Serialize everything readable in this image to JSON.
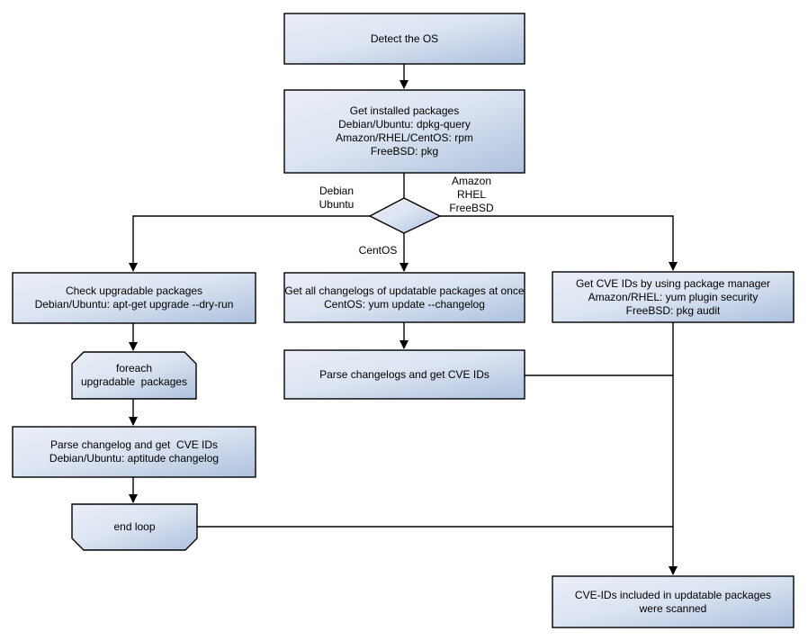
{
  "flowchart": {
    "background": "#ffffff",
    "stroke_color": "#000000",
    "node_fill_light": "#eaeef7",
    "node_fill_dark": "#aec1de",
    "nodes": {
      "detect_os": {
        "shape": "rectangle",
        "lines": [
          "Detect the OS"
        ]
      },
      "get_installed": {
        "shape": "rectangle",
        "lines": [
          "Get installed packages",
          "Debian/Ubuntu: dpkg-query",
          "Amazon/RHEL/CentOS: rpm",
          "FreeBSD: pkg"
        ]
      },
      "os_decision": {
        "shape": "diamond",
        "lines": []
      },
      "check_upgradable": {
        "shape": "rectangle",
        "lines": [
          "Check upgradable packages",
          "Debian/Ubuntu: apt-get upgrade --dry-run"
        ]
      },
      "foreach_loop": {
        "shape": "loop-start",
        "lines": [
          "foreach",
          "upgradable  packages"
        ]
      },
      "parse_changelog": {
        "shape": "rectangle",
        "lines": [
          "Parse changelog and get  CVE IDs",
          "Debian/Ubuntu: aptitude changelog"
        ]
      },
      "end_loop": {
        "shape": "loop-end",
        "lines": [
          "end loop"
        ]
      },
      "get_all_changelogs": {
        "shape": "rectangle",
        "lines": [
          "Get all changelogs of updatable packages at once",
          "CentOS: yum update --changelog"
        ]
      },
      "parse_changelogs": {
        "shape": "rectangle",
        "lines": [
          "Parse changelogs and get CVE IDs"
        ]
      },
      "get_cve_pkg_mgr": {
        "shape": "rectangle",
        "lines": [
          "Get CVE IDs by using package manager",
          "Amazon/RHEL: yum plugin security",
          "FreeBSD: pkg audit"
        ]
      },
      "scanned": {
        "shape": "rectangle",
        "lines": [
          "CVE-IDs included in updatable packages",
          "were scanned"
        ]
      }
    },
    "edge_labels": {
      "debian_ubuntu": {
        "lines": [
          "Debian",
          "Ubuntu"
        ]
      },
      "amazon_rhel_freebsd": {
        "lines": [
          "Amazon",
          "RHEL",
          "FreeBSD"
        ]
      },
      "centos": {
        "lines": [
          "CentOS"
        ]
      }
    }
  }
}
